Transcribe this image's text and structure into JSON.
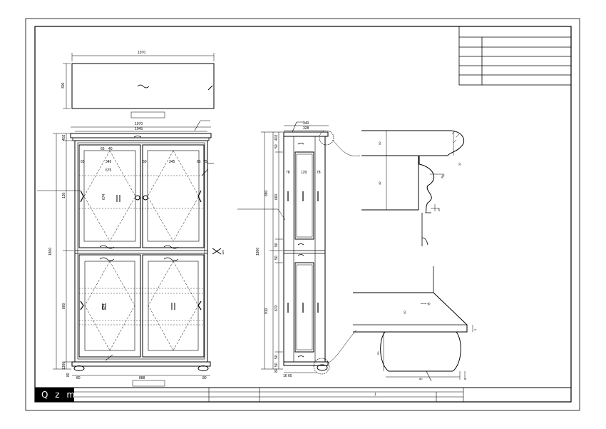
{
  "logo": "Q z m",
  "title_block": {
    "page_number": "1"
  },
  "top_view": {
    "width": "1070",
    "depth": "300"
  },
  "front_view": {
    "overall_width": "1070",
    "carcass_width": "1045",
    "door_width_left": "345",
    "door_width_right": "345",
    "glass_width": "675",
    "height_total": "1800",
    "height_top": "402",
    "height_upper": "130",
    "height_lower": "800",
    "height_base": "1300",
    "glass_height_upper": "674",
    "glass_height_lower": "674",
    "side_65_a": "65",
    "side_65_b": "65",
    "side_60": "60",
    "side_65_c": "65",
    "side_75": "75",
    "side_40": "40",
    "base_width": "888",
    "foot_left": "80",
    "foot_right": "80",
    "foot_height": "80",
    "divider_label": "120"
  },
  "side_view": {
    "depth_outer": "340",
    "depth_inner": "328",
    "height_total": "1800",
    "height_upper": "890",
    "height_lower": "910",
    "dim_402": "402",
    "dim_50_a": "50",
    "dim_660": "660",
    "dim_90": "90",
    "dim_50_b": "50",
    "dim_670": "670",
    "dim_50_c": "50",
    "dim_50_d": "50",
    "dim_80": "80",
    "panel_78_left": "78",
    "panel_129": "129",
    "panel_78_right": "78",
    "bottom_16": "16",
    "bottom_60": "60"
  },
  "detail_top": {
    "dim_50": "50",
    "dim_40": "40",
    "dim_r": "R8",
    "dim_32": "32",
    "dim_15": "15"
  },
  "detail_bottom": {
    "dim_30": "30",
    "dim_30b": "30",
    "dim_5": "5",
    "dim_50": "50",
    "dim_60": "60",
    "dim_5b": "5"
  }
}
